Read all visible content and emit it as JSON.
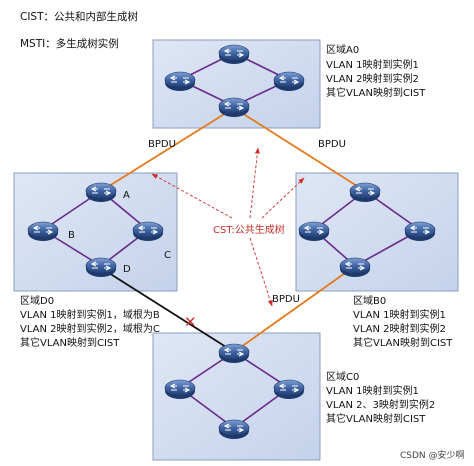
{
  "legend": [
    "CIST：公共和内部生成树",
    "MSTI：多生成树实例"
  ],
  "cst_label": "CST:公共生成树",
  "bpdu_labels": [
    "BPDU",
    "BPDU",
    "BPDU"
  ],
  "regions": {
    "a0": {
      "lines": [
        "区域A0",
        "VLAN 1映射到实例1",
        "VLAN 2映射到实例2",
        "其它VLAN映射到CIST"
      ]
    },
    "b0": {
      "lines": [
        "区域B0",
        "VLAN 1映射到实例1",
        "VLAN 2映射到实例2",
        "其它VLAN映射到CIST"
      ]
    },
    "c0": {
      "lines": [
        "区域C0",
        "VLAN 1映射到实例1",
        "VLAN 2、3映射到实例2",
        "其它VLAN映射到CIST"
      ]
    },
    "d0": {
      "lines": [
        "区域D0",
        "VLAN 1映射到实例1，域根为B",
        "VLAN 2映射到实例2，域根为C",
        "其它VLAN映射到CIST"
      ],
      "switch_labels": [
        "A",
        "B",
        "C",
        "D"
      ]
    }
  },
  "blocked_mark": "✕",
  "watermark": "CSDN @安少啊",
  "colors": {
    "region_fill": "#cdd9ee",
    "region_border": "#8b9dbf",
    "purple_link": "#6a2a8c",
    "orange_link": "#e57a1c",
    "black_link": "#111111",
    "arrow_red": "#d0302b",
    "switch_blue": "#3d5f97"
  }
}
